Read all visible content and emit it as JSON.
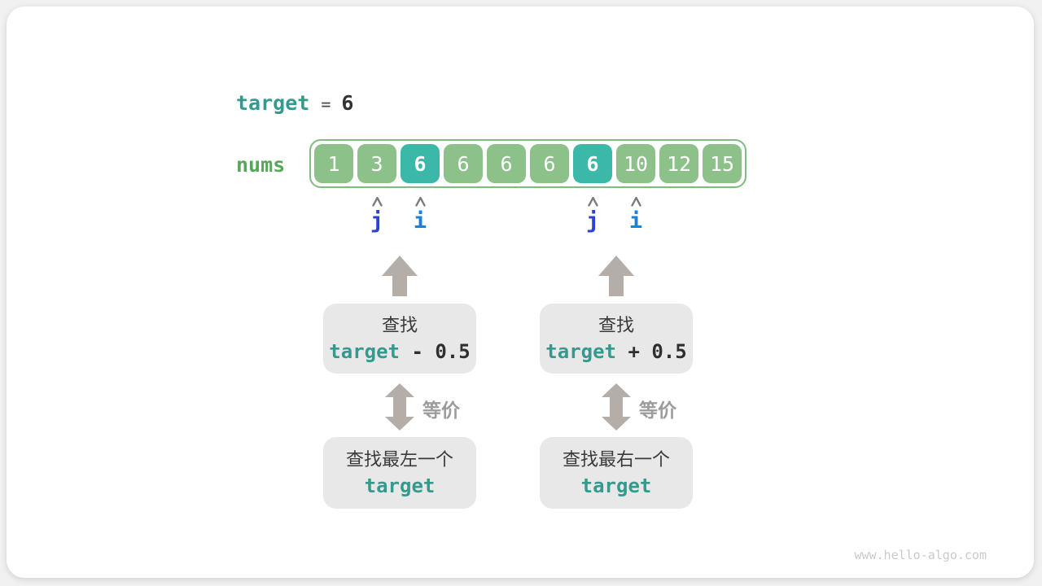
{
  "header": {
    "target_label": "target",
    "equals": "=",
    "target_value": "6"
  },
  "array": {
    "label": "nums",
    "values": [
      "1",
      "3",
      "6",
      "6",
      "6",
      "6",
      "6",
      "10",
      "12",
      "15"
    ],
    "highlighted_indices": [
      2,
      6
    ]
  },
  "pointers": {
    "j_label": "j",
    "i_label": "i",
    "pairs": [
      {
        "j_index": 1,
        "i_index": 2
      },
      {
        "j_index": 6,
        "i_index": 7
      }
    ]
  },
  "flows": {
    "left": {
      "search": {
        "line1": "查找",
        "code": "target",
        "op": " - 0.5"
      },
      "equiv_label": "等价",
      "result": {
        "line1": "查找最左一个",
        "code": "target"
      }
    },
    "right": {
      "search": {
        "line1": "查找",
        "code": "target",
        "op": " + 0.5"
      },
      "equiv_label": "等价",
      "result": {
        "line1": "查找最右一个",
        "code": "target"
      }
    }
  },
  "page": {
    "watermark": "www.hello-algo.com"
  },
  "colors": {
    "cell_green": "#8cc18a",
    "cell_teal": "#3cb8a9",
    "array_border": "#82bb80",
    "teal_text": "#349a8d",
    "green_text": "#56a858",
    "j_blue": "#2b43d1",
    "i_blue": "#1b80d8",
    "arrow_gray": "#b4ada8",
    "box_bg": "#e9e8e8",
    "equiv_gray": "#9c9c9c",
    "dark_text": "#3a3a3a"
  }
}
